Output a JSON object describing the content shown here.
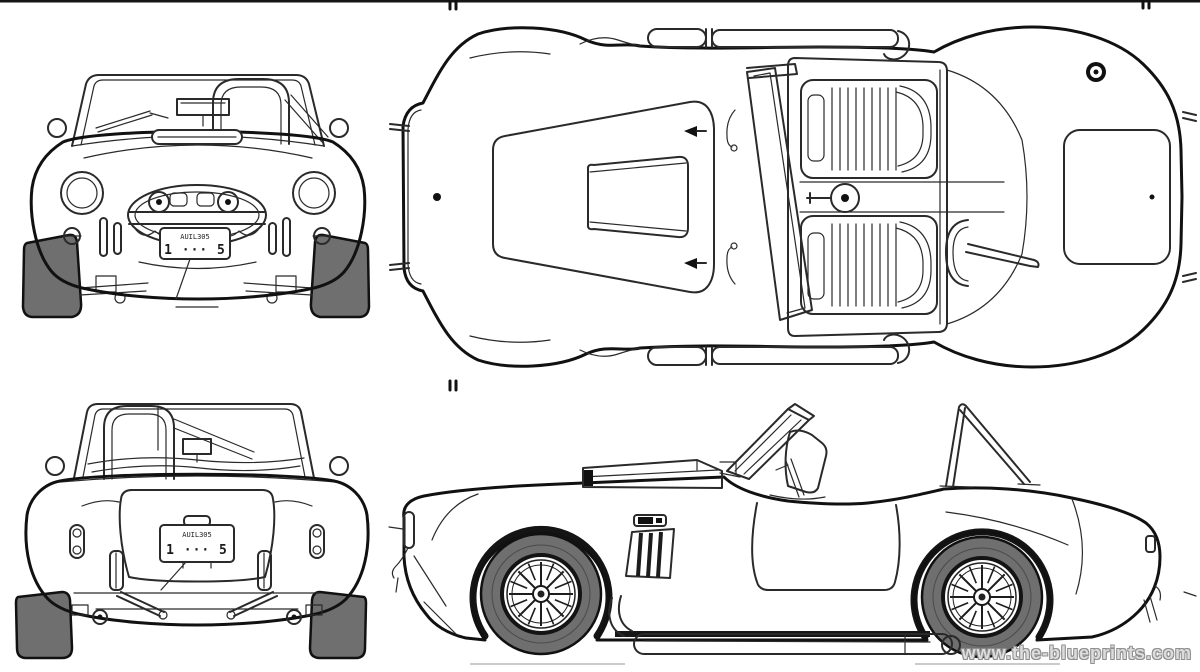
{
  "watermark": {
    "text": "www.the-blueprints.com"
  },
  "plates": {
    "front": {
      "region": "AUIL305",
      "number": "1 ··· 5"
    },
    "rear": {
      "region": "AUIL305",
      "number": "1 ··· 5"
    }
  },
  "colors": {
    "line": "#2a2a2a",
    "line-strong": "#111111",
    "tire": "#6f6f6f",
    "paper": "#ffffff",
    "watermark": "#dcdcdc",
    "watermark-outline": "#8f8f8f"
  }
}
